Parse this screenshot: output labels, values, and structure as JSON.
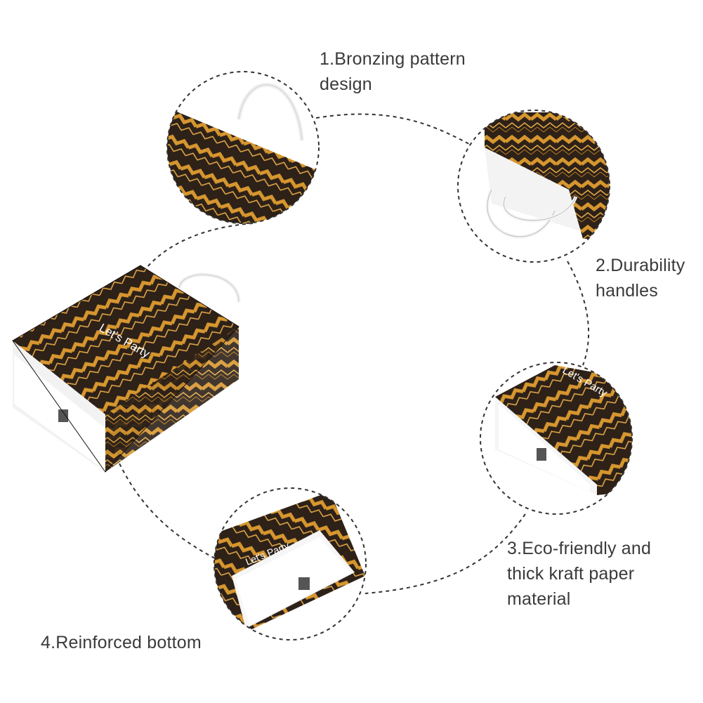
{
  "colors": {
    "bag_dark": "#2d2118",
    "gold": "#c98a2c",
    "gold_light": "#e0a646",
    "paper_white": "#f4f4f4",
    "dashed_line": "#333333"
  },
  "bag_print_text": "Let's Party",
  "features": [
    {
      "lines": [
        "1.Bronzing pattern",
        "design"
      ]
    },
    {
      "lines": [
        "2.Durability",
        "handles"
      ]
    },
    {
      "lines": [
        "3.Eco-friendly and",
        "thick kraft paper",
        "material"
      ]
    },
    {
      "lines": [
        "4.Reinforced bottom"
      ]
    }
  ]
}
